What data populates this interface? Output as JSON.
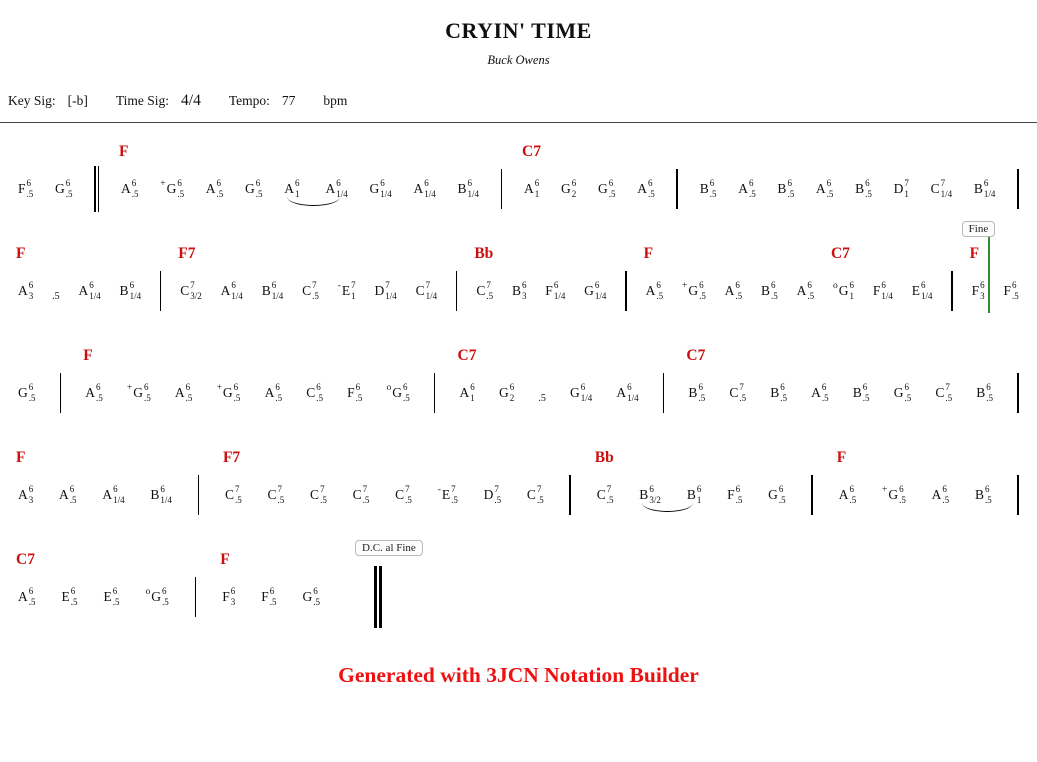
{
  "title": "CRYIN' TIME",
  "subtitle": "Buck Owens",
  "meta": {
    "key_label": "Key Sig:",
    "key_value": "[-b]",
    "time_label": "Time Sig:",
    "time_value": "4/4",
    "tempo_label": "Tempo:",
    "tempo_value": "77",
    "tempo_unit": "bpm"
  },
  "colors": {
    "chord_label": "#cc0e0e",
    "footer_text": "#ee1111",
    "fine_marker_line": "#2f8f2f",
    "notes": "#111111"
  },
  "footer": "Generated with 3JCN Notation Builder",
  "lines": [
    {
      "fill": true,
      "items": [
        {
          "t": "note",
          "l": "F",
          "o": "6",
          "d": ".5"
        },
        {
          "t": "note",
          "l": "G",
          "o": "6",
          "d": ".5"
        },
        {
          "t": "dbar"
        },
        {
          "t": "note",
          "l": "A",
          "o": "6",
          "d": ".5",
          "chord": "F"
        },
        {
          "t": "note",
          "pre": "+",
          "l": "G",
          "o": "6",
          "d": ".5"
        },
        {
          "t": "note",
          "l": "A",
          "o": "6",
          "d": ".5"
        },
        {
          "t": "note",
          "l": "G",
          "o": "6",
          "d": ".5"
        },
        {
          "t": "slur",
          "notes": [
            {
              "l": "A",
              "o": "6",
              "d": "1"
            },
            {
              "l": "A",
              "o": "6",
              "d": "1/4"
            }
          ]
        },
        {
          "t": "note",
          "l": "G",
          "o": "6",
          "d": "1/4"
        },
        {
          "t": "note",
          "l": "A",
          "o": "6",
          "d": "1/4"
        },
        {
          "t": "note",
          "l": "B",
          "o": "6",
          "d": "1/4"
        },
        {
          "t": "bar"
        },
        {
          "t": "note",
          "l": "A",
          "o": "6",
          "d": "1",
          "chord": "C7"
        },
        {
          "t": "note",
          "l": "G",
          "o": "6",
          "d": "2"
        },
        {
          "t": "note",
          "l": "G",
          "o": "6",
          "d": ".5"
        },
        {
          "t": "note",
          "l": "A",
          "o": "6",
          "d": ".5"
        },
        {
          "t": "bar"
        },
        {
          "t": "note",
          "l": "B",
          "o": "6",
          "d": ".5"
        },
        {
          "t": "note",
          "l": "A",
          "o": "6",
          "d": ".5"
        },
        {
          "t": "note",
          "l": "B",
          "o": "6",
          "d": ".5"
        },
        {
          "t": "note",
          "l": "A",
          "o": "6",
          "d": ".5"
        },
        {
          "t": "note",
          "l": "B",
          "o": "6",
          "d": ".5"
        },
        {
          "t": "note",
          "l": "D",
          "o": "7",
          "d": "1"
        },
        {
          "t": "note",
          "l": "C",
          "o": "7",
          "d": "1/4"
        },
        {
          "t": "note",
          "l": "B",
          "o": "6",
          "d": "1/4"
        },
        {
          "t": "bar"
        }
      ]
    },
    {
      "fill": true,
      "items": [
        {
          "t": "note",
          "l": "A",
          "o": "6",
          "d": "3",
          "chord": "F"
        },
        {
          "t": "rest",
          "d": ".5"
        },
        {
          "t": "note",
          "l": "A",
          "o": "6",
          "d": "1/4"
        },
        {
          "t": "note",
          "l": "B",
          "o": "6",
          "d": "1/4"
        },
        {
          "t": "bar"
        },
        {
          "t": "note",
          "l": "C",
          "o": "7",
          "d": "3/2",
          "chord": "F7"
        },
        {
          "t": "note",
          "l": "A",
          "o": "6",
          "d": "1/4"
        },
        {
          "t": "note",
          "l": "B",
          "o": "6",
          "d": "1/4"
        },
        {
          "t": "note",
          "l": "C",
          "o": "7",
          "d": ".5"
        },
        {
          "t": "note",
          "pre": "-",
          "l": "E",
          "o": "7",
          "d": "1"
        },
        {
          "t": "note",
          "l": "D",
          "o": "7",
          "d": "1/4"
        },
        {
          "t": "note",
          "l": "C",
          "o": "7",
          "d": "1/4"
        },
        {
          "t": "bar"
        },
        {
          "t": "note",
          "l": "C",
          "o": "7",
          "d": ".5",
          "chord": "Bb"
        },
        {
          "t": "note",
          "l": "B",
          "o": "6",
          "d": "3"
        },
        {
          "t": "note",
          "l": "F",
          "o": "6",
          "d": "1/4"
        },
        {
          "t": "note",
          "l": "G",
          "o": "6",
          "d": "1/4"
        },
        {
          "t": "bar"
        },
        {
          "t": "note",
          "l": "A",
          "o": "6",
          "d": ".5",
          "chord": "F"
        },
        {
          "t": "note",
          "pre": "+",
          "l": "G",
          "o": "6",
          "d": ".5"
        },
        {
          "t": "note",
          "l": "A",
          "o": "6",
          "d": ".5"
        },
        {
          "t": "note",
          "l": "B",
          "o": "6",
          "d": ".5"
        },
        {
          "t": "note",
          "l": "A",
          "o": "6",
          "d": ".5"
        },
        {
          "t": "note",
          "pre": "o",
          "l": "G",
          "o": "6",
          "d": "1",
          "chord": "C7"
        },
        {
          "t": "note",
          "l": "F",
          "o": "6",
          "d": "1/4"
        },
        {
          "t": "note",
          "l": "E",
          "o": "6",
          "d": "1/4"
        },
        {
          "t": "bar"
        },
        {
          "t": "note",
          "l": "F",
          "o": "6",
          "d": "3",
          "chord": "F",
          "mark": "Fine",
          "green": true
        },
        {
          "t": "note",
          "l": "F",
          "o": "6",
          "d": ".5"
        }
      ]
    },
    {
      "fill": true,
      "items": [
        {
          "t": "note",
          "l": "G",
          "o": "6",
          "d": ".5"
        },
        {
          "t": "bar"
        },
        {
          "t": "note",
          "l": "A",
          "o": "6",
          "d": ".5",
          "chord": "F"
        },
        {
          "t": "note",
          "pre": "+",
          "l": "G",
          "o": "6",
          "d": ".5"
        },
        {
          "t": "note",
          "l": "A",
          "o": "6",
          "d": ".5"
        },
        {
          "t": "note",
          "pre": "+",
          "l": "G",
          "o": "6",
          "d": ".5"
        },
        {
          "t": "note",
          "l": "A",
          "o": "6",
          "d": ".5"
        },
        {
          "t": "note",
          "l": "C",
          "o": "6",
          "d": ".5"
        },
        {
          "t": "note",
          "l": "F",
          "o": "6",
          "d": ".5"
        },
        {
          "t": "note",
          "pre": "o",
          "l": "G",
          "o": "6",
          "d": ".5"
        },
        {
          "t": "bar"
        },
        {
          "t": "note",
          "l": "A",
          "o": "6",
          "d": "1",
          "chord": "C7"
        },
        {
          "t": "note",
          "l": "G",
          "o": "6",
          "d": "2"
        },
        {
          "t": "rest",
          "d": ".5"
        },
        {
          "t": "note",
          "l": "G",
          "o": "6",
          "d": "1/4"
        },
        {
          "t": "note",
          "l": "A",
          "o": "6",
          "d": "1/4"
        },
        {
          "t": "bar"
        },
        {
          "t": "note",
          "l": "B",
          "o": "6",
          "d": ".5",
          "chord": "C7"
        },
        {
          "t": "note",
          "l": "C",
          "o": "7",
          "d": ".5"
        },
        {
          "t": "note",
          "l": "B",
          "o": "6",
          "d": ".5"
        },
        {
          "t": "note",
          "l": "A",
          "o": "6",
          "d": ".5"
        },
        {
          "t": "note",
          "l": "B",
          "o": "6",
          "d": ".5"
        },
        {
          "t": "note",
          "l": "G",
          "o": "6",
          "d": ".5"
        },
        {
          "t": "note",
          "l": "C",
          "o": "7",
          "d": ".5"
        },
        {
          "t": "note",
          "l": "B",
          "o": "6",
          "d": ".5"
        },
        {
          "t": "bar"
        }
      ]
    },
    {
      "fill": true,
      "items": [
        {
          "t": "note",
          "l": "A",
          "o": "6",
          "d": "3",
          "chord": "F"
        },
        {
          "t": "note",
          "l": "A",
          "o": "6",
          "d": ".5"
        },
        {
          "t": "note",
          "l": "A",
          "o": "6",
          "d": "1/4"
        },
        {
          "t": "note",
          "l": "B",
          "o": "6",
          "d": "1/4"
        },
        {
          "t": "bar"
        },
        {
          "t": "note",
          "l": "C",
          "o": "7",
          "d": ".5",
          "chord": "F7"
        },
        {
          "t": "note",
          "l": "C",
          "o": "7",
          "d": ".5"
        },
        {
          "t": "note",
          "l": "C",
          "o": "7",
          "d": ".5"
        },
        {
          "t": "note",
          "l": "C",
          "o": "7",
          "d": ".5"
        },
        {
          "t": "note",
          "l": "C",
          "o": "7",
          "d": ".5"
        },
        {
          "t": "note",
          "pre": "-",
          "l": "E",
          "o": "7",
          "d": ".5"
        },
        {
          "t": "note",
          "l": "D",
          "o": "7",
          "d": ".5"
        },
        {
          "t": "note",
          "l": "C",
          "o": "7",
          "d": ".5"
        },
        {
          "t": "bar"
        },
        {
          "t": "note",
          "l": "C",
          "o": "7",
          "d": ".5",
          "chord": "Bb"
        },
        {
          "t": "slur",
          "notes": [
            {
              "l": "B",
              "o": "6",
              "d": "3/2"
            },
            {
              "l": "B",
              "o": "6",
              "d": "1"
            }
          ]
        },
        {
          "t": "note",
          "l": "F",
          "o": "6",
          "d": ".5"
        },
        {
          "t": "note",
          "l": "G",
          "o": "6",
          "d": ".5"
        },
        {
          "t": "bar"
        },
        {
          "t": "note",
          "l": "A",
          "o": "6",
          "d": ".5",
          "chord": "F"
        },
        {
          "t": "note",
          "pre": "+",
          "l": "G",
          "o": "6",
          "d": ".5"
        },
        {
          "t": "note",
          "l": "A",
          "o": "6",
          "d": ".5"
        },
        {
          "t": "note",
          "l": "B",
          "o": "6",
          "d": ".5"
        },
        {
          "t": "bar"
        }
      ]
    },
    {
      "fill": false,
      "items": [
        {
          "t": "note",
          "l": "A",
          "o": "6",
          "d": ".5",
          "chord": "C7"
        },
        {
          "t": "note",
          "l": "E",
          "o": "6",
          "d": ".5"
        },
        {
          "t": "note",
          "l": "E",
          "o": "6",
          "d": ".5"
        },
        {
          "t": "note",
          "pre": "o",
          "l": "G",
          "o": "6",
          "d": ".5"
        },
        {
          "t": "bar"
        },
        {
          "t": "note",
          "l": "F",
          "o": "6",
          "d": "3",
          "chord": "F"
        },
        {
          "t": "note",
          "l": "F",
          "o": "6",
          "d": ".5"
        },
        {
          "t": "note",
          "l": "G",
          "o": "6",
          "d": ".5"
        },
        {
          "t": "endbar",
          "mark": "D.C. al Fine"
        }
      ]
    }
  ]
}
